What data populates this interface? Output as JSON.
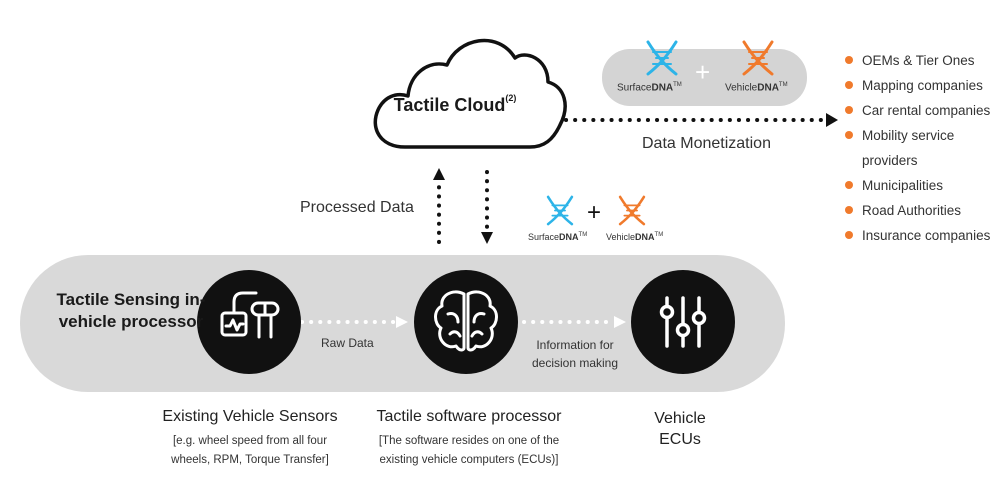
{
  "colors": {
    "accent": "#f07a2c",
    "dna_blue": "#2db4e8",
    "pill_gray": "#d9d9d9",
    "node_black": "#111111"
  },
  "cloud": {
    "title": "Tactile Cloud",
    "footnote": "(2)"
  },
  "dna_top": {
    "surface_prefix": "Surface",
    "surface_bold": "DNA",
    "vehicle_prefix": "Vehicle",
    "vehicle_bold": "DNA",
    "tm": "TM",
    "plus": "+"
  },
  "dna_mid": {
    "surface_prefix": "Surface",
    "surface_bold": "DNA",
    "vehicle_prefix": "Vehicle",
    "vehicle_bold": "DNA",
    "tm": "TM",
    "plus": "+"
  },
  "labels": {
    "data_monetization": "Data Monetization",
    "processed_data": "Processed Data",
    "raw_data": "Raw Data",
    "info_line1": "Information for",
    "info_line2": "decision making"
  },
  "pill_title": "Tactile Sensing in-vehicle processor",
  "nodes": [
    {
      "icon": "sensor-icon",
      "title": "Existing Vehicle Sensors",
      "note1": "[e.g. wheel speed from all four",
      "note2": "wheels, RPM, Torque Transfer]"
    },
    {
      "icon": "brain-icon",
      "title": "Tactile software processor",
      "note1": "[The software resides on one of the",
      "note2": "existing vehicle computers (ECUs)]"
    },
    {
      "icon": "sliders-icon",
      "title_line1": "Vehicle",
      "title_line2": "ECUs"
    }
  ],
  "customers": [
    "OEMs & Tier Ones",
    "Mapping companies",
    "Car rental companies",
    "Mobility service",
    "providers",
    "Municipalities",
    "Road Authorities",
    "Insurance companies"
  ]
}
